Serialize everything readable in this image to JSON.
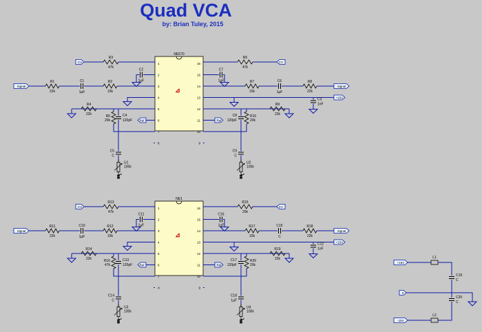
{
  "title": "Quad VCA",
  "subtitle": "by:  Brian Tuley, 2015",
  "chip_top_label": "NE570",
  "chip_bottom_label": "NE1",
  "net_labels": {
    "cv": "CV",
    "signal": "Signal",
    "plus15": "+15V",
    "minus15": "-15V",
    "ref": "Ref",
    "zero": "0"
  },
  "top_section": {
    "resistors": [
      {
        "ref": "R1",
        "value": "22k"
      },
      {
        "ref": "R2",
        "value": "15k"
      },
      {
        "ref": "R3",
        "value": "47k"
      },
      {
        "ref": "R4",
        "value": "22k"
      },
      {
        "ref": "R5",
        "value": "47k"
      },
      {
        "ref": "R6",
        "value": "20k"
      },
      {
        "ref": "R7",
        "value": "15k"
      },
      {
        "ref": "R8",
        "value": "22k"
      },
      {
        "ref": "R9",
        "value": "22k"
      },
      {
        "ref": "R10",
        "value": "20k"
      }
    ],
    "capacitors": [
      {
        "ref": "C1",
        "value": "1µF"
      },
      {
        "ref": "C2",
        "value": "1µF"
      },
      {
        "ref": "C3",
        "value": "1nF"
      },
      {
        "ref": "C4",
        "value": "120pF"
      },
      {
        "ref": "C5",
        "value": "C"
      },
      {
        "ref": "C6",
        "value": "1µF"
      },
      {
        "ref": "C7",
        "value": "1µF"
      },
      {
        "ref": "C8",
        "value": "120pF"
      },
      {
        "ref": "C9",
        "value": "C"
      }
    ],
    "pots": [
      {
        "ref": "U1",
        "value": "100k"
      },
      {
        "ref": "U2",
        "value": "100k"
      }
    ]
  },
  "bottom_section": {
    "resistors": [
      {
        "ref": "R11",
        "value": "22k"
      },
      {
        "ref": "R12",
        "value": "15k"
      },
      {
        "ref": "R13",
        "value": "47k"
      },
      {
        "ref": "R14",
        "value": "22k"
      },
      {
        "ref": "R15",
        "value": "20k"
      },
      {
        "ref": "R16",
        "value": "47k"
      },
      {
        "ref": "R17",
        "value": "15k"
      },
      {
        "ref": "R18",
        "value": "22k"
      },
      {
        "ref": "R19",
        "value": "22k"
      },
      {
        "ref": "R20",
        "value": "20k"
      }
    ],
    "capacitors": [
      {
        "ref": "C10",
        "value": "1µF"
      },
      {
        "ref": "C11",
        "value": "1µF"
      },
      {
        "ref": "C12",
        "value": "1nF"
      },
      {
        "ref": "C13",
        "value": "120pF"
      },
      {
        "ref": "C14",
        "value": "C"
      },
      {
        "ref": "C15",
        "value": "C"
      },
      {
        "ref": "C16",
        "value": "1µF"
      },
      {
        "ref": "C17",
        "value": "120pF"
      },
      {
        "ref": "C18",
        "value": "1µF"
      }
    ],
    "pots": [
      {
        "ref": "U3",
        "value": "100k"
      },
      {
        "ref": "U4",
        "value": "100k"
      }
    ]
  },
  "power_section": {
    "inductors": [
      {
        "ref": "L1"
      },
      {
        "ref": "L2"
      }
    ],
    "capacitors": [
      {
        "ref": "C19",
        "value": "C"
      },
      {
        "ref": "C20",
        "value": "C"
      }
    ]
  },
  "pin_labels": [
    "1",
    "2",
    "3",
    "4",
    "5",
    "6",
    "7",
    "8",
    "9",
    "10",
    "11",
    "12",
    "13",
    "14",
    "15",
    "16"
  ],
  "pin8_alt": "X",
  "colors": {
    "wire": "#0d1aa8",
    "chip_fill": "#fdfbc8",
    "part": "#000000",
    "label_bg": "#e8f4ff",
    "title": "#1c2fbe",
    "background": "#c8c8c8"
  }
}
